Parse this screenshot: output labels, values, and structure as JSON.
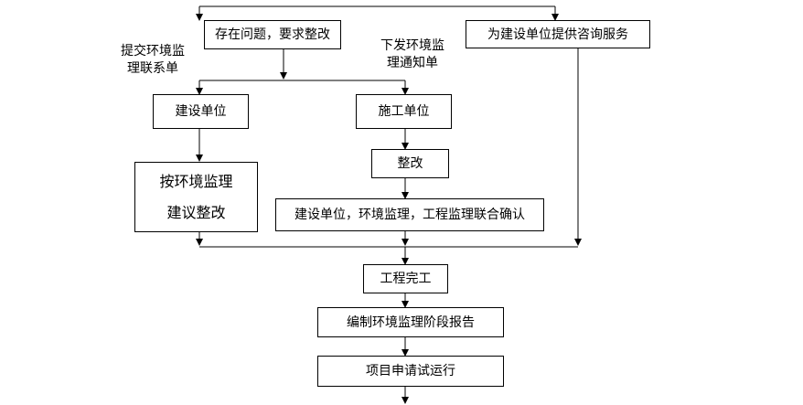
{
  "nodes": {
    "problem": "存在问题，要求整改",
    "consult": "为建设单位提供咨询服务",
    "owner": "建设单位",
    "contractor": "施工单位",
    "rectify": "整改",
    "suggest_line1": "按环境监理",
    "suggest_line2": "建议整改",
    "confirm": "建设单位，环境监理，工程监理联合确认",
    "complete": "工程完工",
    "report": "编制环境监理阶段报告",
    "trial": "项目申请试运行"
  },
  "notes": {
    "submit_line1": "提交环境监",
    "submit_line2": "理联系单",
    "issue_line1": "下发环境监",
    "issue_line2": "理通知单"
  }
}
